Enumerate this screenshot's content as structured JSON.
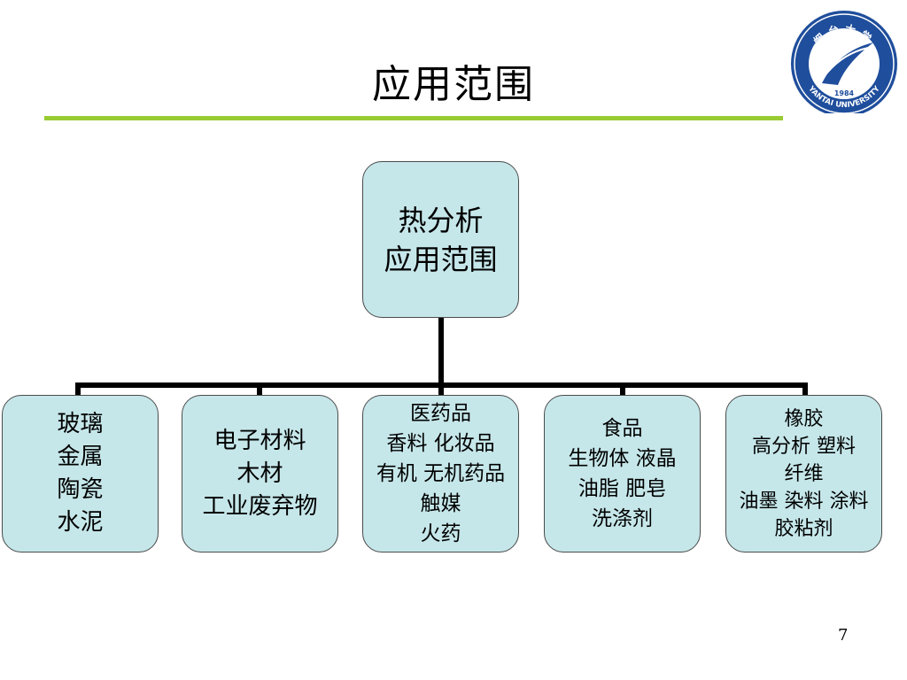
{
  "slide": {
    "title": "应用范围",
    "page_number": "7",
    "accent_color": "#99cc33"
  },
  "logo": {
    "text_top": "烟台大学",
    "text_bottom": "YANTAI UNIVERSITY",
    "year": "1984",
    "color": "#1f4e9c"
  },
  "diagram": {
    "node_fill": "#c6e7ea",
    "connector_color": "#000000",
    "root": {
      "lines": [
        "热分析",
        "应用范围"
      ]
    },
    "children": [
      {
        "lines": [
          "玻璃",
          "金属",
          "陶瓷",
          "水泥"
        ]
      },
      {
        "lines": [
          "电子材料",
          "木材",
          "工业废弃物"
        ]
      },
      {
        "lines": [
          "医药品",
          "香料 化妆品",
          "有机 无机药品",
          "触媒",
          "火药"
        ]
      },
      {
        "lines": [
          "食品",
          "生物体 液晶",
          "油脂 肥皂",
          "洗涤剂"
        ]
      },
      {
        "lines": [
          "橡胶",
          "高分析 塑料",
          "纤维",
          "油墨 染料 涂料",
          "胶粘剂"
        ]
      }
    ]
  }
}
